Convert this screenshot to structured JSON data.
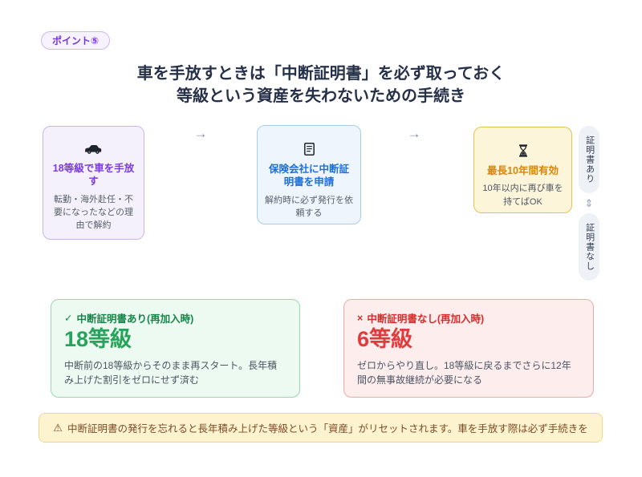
{
  "badge": {
    "label": "ポイント⑤"
  },
  "header": {
    "title_line1": "車を手放すときは「中断証明書」を必ず取っておく",
    "title_line2": "等級という資産を失わないための手続き"
  },
  "flow": {
    "arrow_glyph": "→",
    "steps": [
      {
        "icon": "car-icon",
        "title": "18等級で車を手放す",
        "desc": "転勤・海外赴任・不要になったなどの理由で解約",
        "accent_color": "#7b3be0"
      },
      {
        "icon": "document-icon",
        "title": "保険会社に中断証明書を申請",
        "desc": "解約時に必ず発行を依頼する",
        "accent_color": "#1d6ed9"
      },
      {
        "icon": "hourglass-icon",
        "title": "最長10年間有効",
        "desc": "10年以内に再び車を持てばOK",
        "accent_color": "#d8860b"
      }
    ],
    "side": {
      "label_top": "証明書あり",
      "arrow_glyph": "⇕",
      "label_bottom": "証明書なし"
    }
  },
  "comparison": {
    "with_certificate": {
      "check_glyph": "✓",
      "header": "中断証明書あり(再加入時)",
      "grade": "18等級",
      "desc": "中断前の18等級からそのまま再スタート。長年積み上げた割引をゼロにせず済む",
      "accent_color": "#27a35b"
    },
    "without_certificate": {
      "cross_glyph": "×",
      "header": "中断証明書なし(再加入時)",
      "grade": "6等級",
      "desc": "ゼロからやり直し。18等級に戻るまでさらに12年間の無事故継続が必要になる",
      "accent_color": "#df3d3d"
    }
  },
  "warning": {
    "icon_glyph": "⚠",
    "text": "中断証明書の発行を忘れると長年積み上げた等級という「資産」がリセットされます。車を手放す際は必ず手続きを"
  }
}
